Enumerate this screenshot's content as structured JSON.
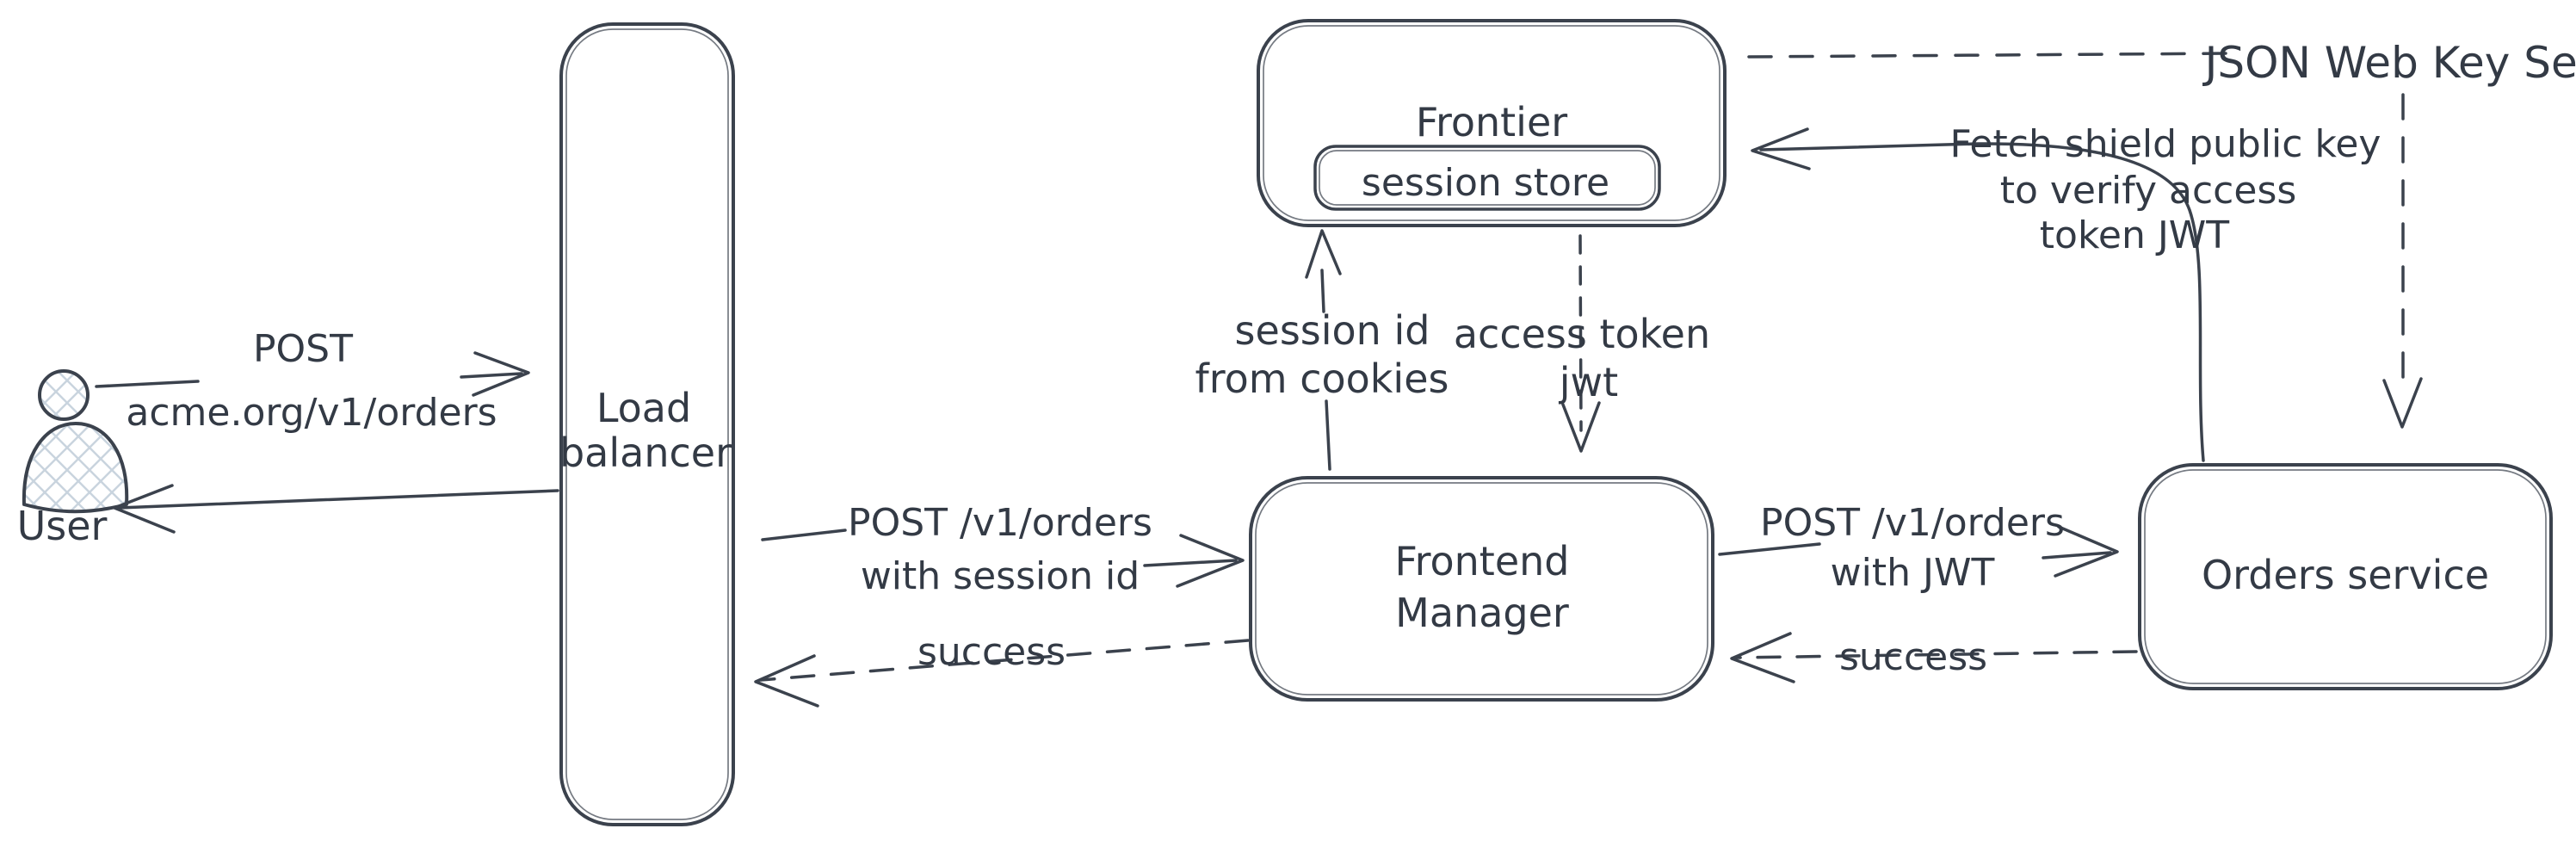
{
  "diagram": {
    "colors": {
      "stroke": "#3b424d",
      "text": "#333a45",
      "hatch": "#c9d4de",
      "canvas": "#ffffff"
    },
    "nodes": {
      "user": {
        "label": "User"
      },
      "load_balancer": {
        "line1": "Load",
        "line2": "balancer"
      },
      "frontier": {
        "label": "Frontier",
        "session_store_label": "session store"
      },
      "frontend_manager": {
        "line1": "Frontend",
        "line2": "Manager"
      },
      "orders_service": {
        "label": "Orders service"
      }
    },
    "edges": {
      "user_to_lb": {
        "line1": "POST",
        "line2": "acme.org/v1/orders"
      },
      "lb_to_fm": {
        "line1": "POST /v1/orders",
        "line2": "with session id"
      },
      "fm_to_lb_success": {
        "label": "success"
      },
      "fm_to_frontier": {
        "line1": "session id",
        "line2": "from cookies"
      },
      "frontier_to_fm": {
        "line1": "access token",
        "line2": "jwt"
      },
      "fm_to_orders": {
        "line1": "POST /v1/orders",
        "line2": "with JWT"
      },
      "orders_to_fm_success": {
        "label": "success"
      },
      "orders_to_frontier": {
        "line1": "Fetch shield public key",
        "line2": "to verify access",
        "line3": "token JWT"
      },
      "jwks": {
        "label": "JSON Web Key Set"
      }
    }
  }
}
